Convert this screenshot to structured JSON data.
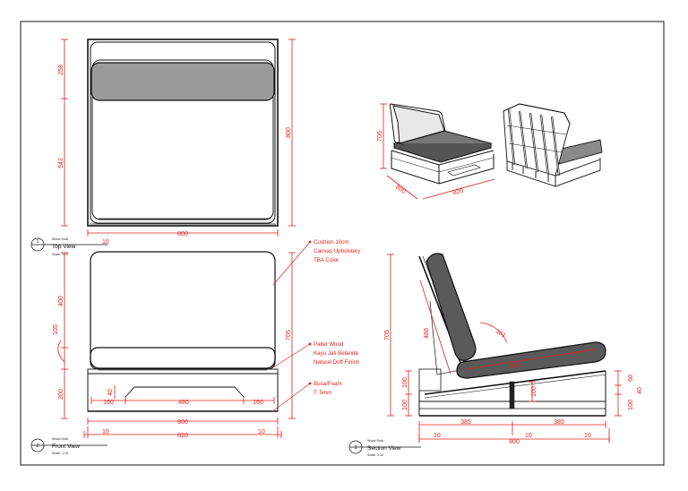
{
  "colors": {
    "annotation": "#e0201b",
    "line": "#111111",
    "cushion": "#8f8f8f",
    "cushion_dark": "#5a5a5a"
  },
  "views": {
    "top": {
      "number": "1",
      "title": "Top View",
      "sub": "Wood Sofa",
      "scale": "Scale: 1:10"
    },
    "front": {
      "number": "2",
      "title": "Front View",
      "sub": "Wood Sofa",
      "scale": "Scale: 1:10"
    },
    "section": {
      "number": "3",
      "title": "Section View",
      "sub": "Wood Sofa",
      "scale": "Scale: 1:10"
    }
  },
  "dims": {
    "top": {
      "h1": "258",
      "h2": "542",
      "total_h": "800",
      "width": "800",
      "offset": "10"
    },
    "front": {
      "h_back": "400",
      "h_seat": "105",
      "h_base": "200",
      "h_small": "40",
      "w1": "160",
      "w2": "480",
      "w3": "160",
      "w_mid": "800",
      "w_total": "820",
      "off_l": "10",
      "off_r": "10",
      "h_total": "705"
    },
    "section": {
      "h_total": "705",
      "back": "488",
      "angle": "101",
      "seat": "800",
      "h1": "100",
      "h2": "100",
      "h3": "100",
      "r1": "60",
      "r2": "40",
      "r3": "100",
      "w1": "385",
      "w2": "385",
      "w_total": "800",
      "off1": "10",
      "off2": "10",
      "off3": "10"
    },
    "iso": {
      "h": "705",
      "d": "800",
      "w": "820"
    }
  },
  "notes": {
    "cushion": [
      "Cushion 10cm",
      "Canvas Upholstery",
      "TBA Color"
    ],
    "pallet": [
      "Pallet Wood",
      "Kayu Jati Belanda",
      "Natural Doff Finish"
    ],
    "foam": [
      "Busa/Foam",
      "T: 5mm"
    ]
  }
}
